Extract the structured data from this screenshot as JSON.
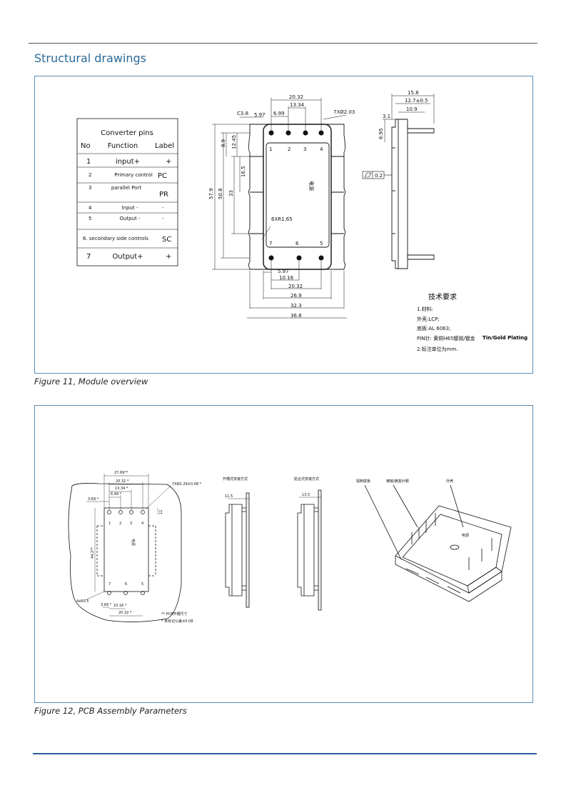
{
  "section_title": "Structural drawings",
  "figure1": {
    "caption": "Figure 11, Module overview",
    "pins_table": {
      "title": "Converter pins",
      "headers": [
        "No",
        "Function",
        "Label"
      ],
      "rows": [
        {
          "no": "1",
          "function": "input+",
          "label": "+"
        },
        {
          "no": "2",
          "function": "Primary control",
          "label": "PC"
        },
        {
          "no": "3",
          "function": "parallel Port",
          "label": "PR"
        },
        {
          "no": "4",
          "function": "Input -",
          "label": "-"
        },
        {
          "no": "5",
          "function": "Output -",
          "label": "-"
        },
        {
          "no": "",
          "function": "6. secondary side controls",
          "label": "SC"
        },
        {
          "no": "7",
          "function": "Output+",
          "label": "+"
        }
      ]
    },
    "dims": {
      "d20_32": "20.32",
      "d13_34": "13.34",
      "d6_99": "6.99",
      "d5_97": "5.97",
      "c38": "C3.8",
      "holes": "7XØ2.03",
      "d8_9": "8.9",
      "d12_45": "12.45",
      "d16_5": "16.5",
      "d33": "33",
      "d50_8": "50.8",
      "d57_9": "57.9",
      "r165": "6XR1.65",
      "b5_97": "5.97",
      "b10_16": "10.16",
      "b20_32": "20.32",
      "b26_9": "26.9",
      "b32_3": "32.3",
      "b36_8": "36.8",
      "s15_8": "15.8",
      "s12_7": "12.7±0.5",
      "s10_9": "10.9",
      "s3_1": "3.1",
      "s6_95": "6.95",
      "flat": "0.2"
    },
    "pin_numbers": [
      "1",
      "2",
      "3",
      "4",
      "7",
      "6",
      "5"
    ],
    "logo_text": "电源",
    "notes": {
      "title": "技术要求",
      "l1": "1.材料:",
      "l2": "外壳:LCP;",
      "l3": "底板:AL 6063;",
      "l4": "PIN针: 黄铜H65镀锡/镀金",
      "l4b": "Tin/Gold Plating",
      "l5": "2.标注单位为mm."
    }
  },
  "figure2": {
    "caption": "Figure 12, PCB Assembly Parameters",
    "dims": {
      "a27_69": "27.69**",
      "a20_32": "20.32 *",
      "a13_34": "13.34 *",
      "a6_99": "6.99 *",
      "a3_69": "3.69 *",
      "holes": "7XØ2.29±0.08 *",
      "a12": "12",
      "a44": "44.2**",
      "a4r": "4xR0.5",
      "b3_69": "3.69 *",
      "b10_16": "10.16 *",
      "b20_32": "20.32 *",
      "m11_5": "11.5",
      "m13_5": "13.5"
    },
    "legend": {
      "l1": "** PCB开槽尺寸",
      "l2": "* 未标记公差±0.08"
    },
    "label_open": "开槽式安装方式",
    "label_flush": "贴合式安装方式",
    "iso_labels": {
      "a": "铝制底板",
      "b": "镀锡/镀金针脚",
      "c": "外壳"
    },
    "pin_numbers": [
      "1",
      "2",
      "3",
      "4",
      "7",
      "6",
      "5"
    ],
    "logo_text": "电源"
  }
}
